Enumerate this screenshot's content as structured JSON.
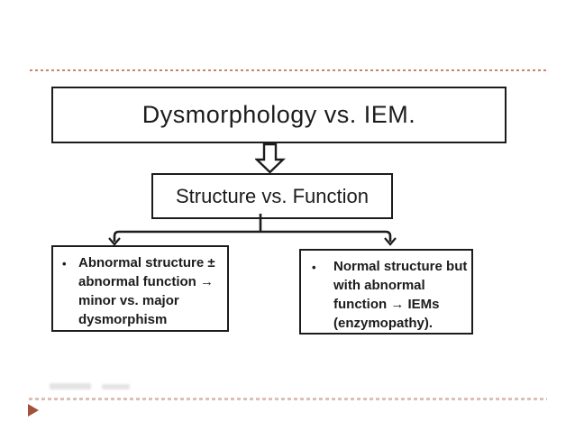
{
  "slide": {
    "title_box": {
      "text": "Dysmorphology vs. IEM."
    },
    "structure_box": {
      "text": "Structure vs. Function"
    },
    "left_box": {
      "bullet": "•",
      "lines": [
        "Abnormal structure ±",
        "abnormal function →",
        "minor vs. major",
        "dysmorphism"
      ]
    },
    "right_box": {
      "bullet": "•",
      "lines": [
        "Normal structure but",
        "with abnormal",
        "function → IEMs",
        "(enzymopathy)."
      ]
    },
    "icons": {
      "down_block_arrow": "hollow-down-arrow-icon",
      "branch_connector": "branch-arrows",
      "footer_marker": "play-triangle-icon"
    },
    "colors": {
      "line": "#1c1c1c",
      "text": "#1c1c1c",
      "dotted_top": "#c9846b",
      "dotted_bottom": "#dcc0b4",
      "triangle": "#a3513a"
    }
  }
}
